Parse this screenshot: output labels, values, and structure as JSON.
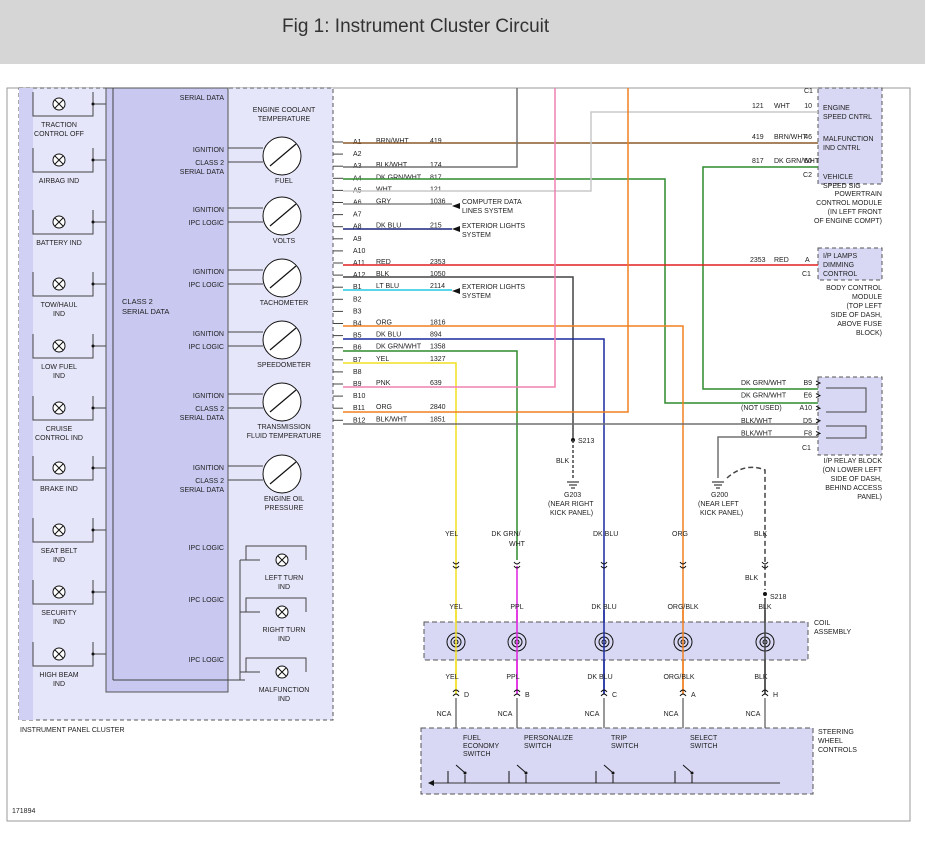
{
  "figure_title": "Fig 1: Instrument Cluster Circuit",
  "diagram_code": "171894",
  "cluster": {
    "label": "INSTRUMENT PANEL CLUSTER",
    "bus_label_1": "CLASS 2",
    "bus_label_2": "SERIAL DATA",
    "indicators": [
      {
        "line1": "TRACTION",
        "line2": "CONTROL OFF"
      },
      {
        "line1": "AIRBAG IND",
        "line2": ""
      },
      {
        "line1": "BATTERY IND",
        "line2": ""
      },
      {
        "line1": "TOW/HAUL",
        "line2": "IND"
      },
      {
        "line1": "LOW FUEL",
        "line2": "IND"
      },
      {
        "line1": "CRUISE",
        "line2": "CONTROL IND"
      },
      {
        "line1": "BRAKE IND",
        "line2": ""
      },
      {
        "line1": "SEAT BELT",
        "line2": "IND"
      },
      {
        "line1": "SECURITY",
        "line2": "IND"
      },
      {
        "line1": "HIGH BEAM",
        "line2": "IND"
      }
    ],
    "gauges": [
      {
        "name": "ENGINE COOLANT TEMPERATURE",
        "line1": "ENGINE COOLANT",
        "line2": "TEMPERATURE",
        "in1": "SERIAL DATA",
        "in2": "",
        "in3": ""
      },
      {
        "name": "FUEL",
        "line1": "FUEL",
        "line2": "",
        "in1": "IGNITION",
        "in2": "CLASS 2",
        "in3": "SERIAL DATA"
      },
      {
        "name": "VOLTS",
        "line1": "VOLTS",
        "line2": "",
        "in1": "IGNITION",
        "in2": "IPC LOGIC",
        "in3": ""
      },
      {
        "name": "TACHOMETER",
        "line1": "TACHOMETER",
        "line2": "",
        "in1": "IGNITION",
        "in2": "IPC LOGIC",
        "in3": ""
      },
      {
        "name": "SPEEDOMETER",
        "line1": "SPEEDOMETER",
        "line2": "",
        "in1": "IGNITION",
        "in2": "IPC LOGIC",
        "in3": ""
      },
      {
        "name": "TRANSMISSION FLUID TEMPERATURE",
        "line1": "TRANSMISSION",
        "line2": "FLUID TEMPERATURE",
        "in1": "IGNITION",
        "in2": "CLASS 2",
        "in3": "SERIAL DATA"
      },
      {
        "name": "ENGINE OIL PRESSURE",
        "line1": "ENGINE OIL",
        "line2": "PRESSURE",
        "in1": "IGNITION",
        "in2": "CLASS 2",
        "in3": "SERIAL DATA"
      }
    ],
    "lamps": [
      {
        "logic": "IPC LOGIC",
        "line1": "LEFT TURN",
        "line2": "IND"
      },
      {
        "logic": "IPC LOGIC",
        "line1": "RIGHT TURN",
        "line2": "IND"
      },
      {
        "logic": "IPC LOGIC",
        "line1": "MALFUNCTION",
        "line2": "IND"
      }
    ]
  },
  "connector_pins": [
    {
      "pin": "A1",
      "color": "BRN/WHT",
      "circuit": "419",
      "wire": "#8B5A2B"
    },
    {
      "pin": "A2",
      "color": "",
      "circuit": "",
      "wire": ""
    },
    {
      "pin": "A3",
      "color": "BLK/WHT",
      "circuit": "174",
      "wire": "#707070"
    },
    {
      "pin": "A4",
      "color": "DK GRN/WHT",
      "circuit": "817",
      "wire": "#2e8b2e"
    },
    {
      "pin": "A5",
      "color": "WHT",
      "circuit": "121",
      "wire": "#c8c8c8"
    },
    {
      "pin": "A6",
      "color": "GRY",
      "circuit": "1036",
      "wire": "#888888"
    },
    {
      "pin": "A7",
      "color": "",
      "circuit": "",
      "wire": ""
    },
    {
      "pin": "A8",
      "color": "DK BLU",
      "circuit": "215",
      "wire": "#1a237e"
    },
    {
      "pin": "A9",
      "color": "",
      "circuit": "",
      "wire": ""
    },
    {
      "pin": "A10",
      "color": "",
      "circuit": "",
      "wire": ""
    },
    {
      "pin": "A11",
      "color": "RED",
      "circuit": "2353",
      "wire": "#e02020"
    },
    {
      "pin": "A12",
      "color": "BLK",
      "circuit": "1050",
      "wire": "#444444"
    },
    {
      "pin": "B1",
      "color": "LT BLU",
      "circuit": "2114",
      "wire": "#22c8e0"
    },
    {
      "pin": "B2",
      "color": "",
      "circuit": "",
      "wire": ""
    },
    {
      "pin": "B3",
      "color": "",
      "circuit": "",
      "wire": ""
    },
    {
      "pin": "B4",
      "color": "ORG",
      "circuit": "1816",
      "wire": "#f08020"
    },
    {
      "pin": "B5",
      "color": "DK BLU",
      "circuit": "894",
      "wire": "#1a2a9e"
    },
    {
      "pin": "B6",
      "color": "DK GRN/WHT",
      "circuit": "1358",
      "wire": "#2e8b2e"
    },
    {
      "pin": "B7",
      "color": "YEL",
      "circuit": "1327",
      "wire": "#f0e020"
    },
    {
      "pin": "B8",
      "color": "",
      "circuit": "",
      "wire": ""
    },
    {
      "pin": "B9",
      "color": "PNK",
      "circuit": "639",
      "wire": "#f080b0"
    },
    {
      "pin": "B10",
      "color": "",
      "circuit": "",
      "wire": ""
    },
    {
      "pin": "B11",
      "color": "ORG",
      "circuit": "2840",
      "wire": "#f08020"
    },
    {
      "pin": "B12",
      "color": "BLK/WHT",
      "circuit": "1851",
      "wire": "#707070"
    }
  ],
  "destinations": {
    "computer_data_1": "COMPUTER DATA",
    "computer_data_2": "LINES SYSTEM",
    "exterior_lights_1": "EXTERIOR LIGHTS",
    "exterior_lights_2": "SYSTEM"
  },
  "pcm": {
    "pins": [
      {
        "circuit": "121",
        "color": "WHT",
        "pin": "10",
        "function1": "ENGINE",
        "function2": "SPEED CNTRL"
      },
      {
        "circuit": "419",
        "color": "BRN/WHT",
        "pin": "46",
        "function1": "MALFUNCTION",
        "function2": "IND CNTRL"
      },
      {
        "circuit": "817",
        "color": "DK GRN/WHT",
        "pin": "50",
        "function1": "",
        "function2": ""
      },
      {
        "circuit": "",
        "color": "",
        "pin": "C2",
        "function1": "VEHICLE",
        "function2": "SPEED SIG"
      }
    ],
    "top_pin": "C1",
    "caption": [
      "POWERTRAIN",
      "CONTROL MODULE",
      "(IN LEFT FRONT",
      "OF ENGINE COMPT)"
    ]
  },
  "bcm": {
    "wire_circuit": "2353",
    "wire_color": "RED",
    "pin": "A",
    "pin2": "C1",
    "function1": "I/P LAMPS",
    "function2": "DIMMING",
    "function3": "CONTROL",
    "caption": [
      "BODY CONTROL",
      "MODULE",
      "(TOP LEFT",
      "SIDE OF DASH,",
      "ABOVE FUSE",
      "BLOCK)"
    ]
  },
  "relay_block": {
    "pins": [
      {
        "color": "DK GRN/WHT",
        "pin": "B9"
      },
      {
        "color": "DK GRN/WHT",
        "pin": "E6"
      },
      {
        "color": "(NOT USED)",
        "pin": "A10"
      },
      {
        "color": "BLK/WHT",
        "pin": "D5"
      },
      {
        "color": "BLK/WHT",
        "pin": "F8"
      }
    ],
    "connector": "C1",
    "caption": [
      "I/P RELAY BLOCK",
      "(ON LOWER LEFT",
      "SIDE OF DASH,",
      "BEHIND ACCESS",
      "PANEL)"
    ]
  },
  "grounds": {
    "s213": "S213",
    "s213_color": "BLK",
    "g203": "G203",
    "g203_loc1": "(NEAR RIGHT",
    "g203_loc2": "KICK PANEL)",
    "g200": "G200",
    "g200_loc1": "(NEAR LEFT",
    "g200_loc2": "KICK PANEL)",
    "s218": "S218"
  },
  "coil": {
    "label1": "COIL",
    "label2": "ASSEMBLY",
    "wires": [
      {
        "top": "YEL",
        "top2": "",
        "mid": "YEL",
        "bottom": "YEL",
        "pin": "D",
        "nca": "NCA",
        "color": "#f0e020"
      },
      {
        "top": "DK GRN/",
        "top2": "WHT",
        "mid": "PPL",
        "bottom": "PPL",
        "pin": "B",
        "nca": "NCA",
        "color": "#e020e0"
      },
      {
        "top": "DK BLU",
        "top2": "",
        "mid": "DK BLU",
        "bottom": "DK BLU",
        "pin": "C",
        "nca": "NCA",
        "color": "#1a2a9e"
      },
      {
        "top": "ORG",
        "top2": "",
        "mid": "ORG/BLK",
        "bottom": "ORG/BLK",
        "pin": "A",
        "nca": "NCA",
        "color": "#f08020"
      },
      {
        "top": "BLK",
        "top2": "",
        "mid": "BLK",
        "bottom": "BLK",
        "pin": "H",
        "nca": "NCA",
        "color": "#444444"
      }
    ],
    "blk_upper": "BLK"
  },
  "steering": {
    "label": [
      "STEERING",
      "WHEEL",
      "CONTROLS"
    ],
    "switches": [
      {
        "line1": "FUEL",
        "line2": "ECONOMY",
        "line3": "SWITCH"
      },
      {
        "line1": "PERSONALIZE",
        "line2": "SWITCH",
        "line3": ""
      },
      {
        "line1": "TRIP",
        "line2": "SWITCH",
        "line3": ""
      },
      {
        "line1": "SELECT",
        "line2": "SWITCH",
        "line3": ""
      }
    ]
  }
}
